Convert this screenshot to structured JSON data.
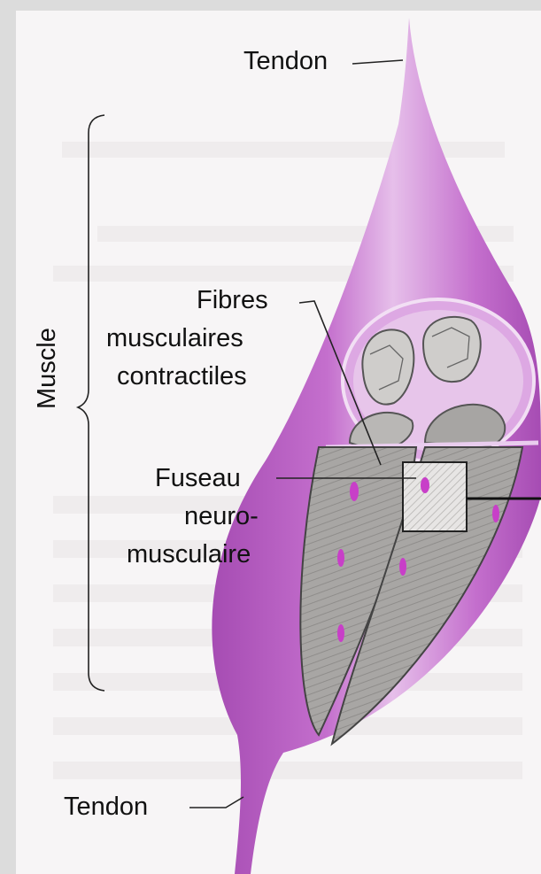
{
  "labels": {
    "tendon_top": "Tendon",
    "tendon_bottom": "Tendon",
    "muscle": "Muscle",
    "fibres": [
      "Fibres",
      "musculaires",
      "contractiles"
    ],
    "fuseau": [
      "Fuseau",
      "neuro-",
      "musculaire"
    ]
  },
  "colors": {
    "frame": "#dcdcdc",
    "paper": "#f7f5f6",
    "muscle_purple": "#b95cc4",
    "muscle_light": "#e3b8e8",
    "fibre_gray": "#9a9897",
    "spindle_dot": "#c83fc8",
    "line": "#222222"
  }
}
